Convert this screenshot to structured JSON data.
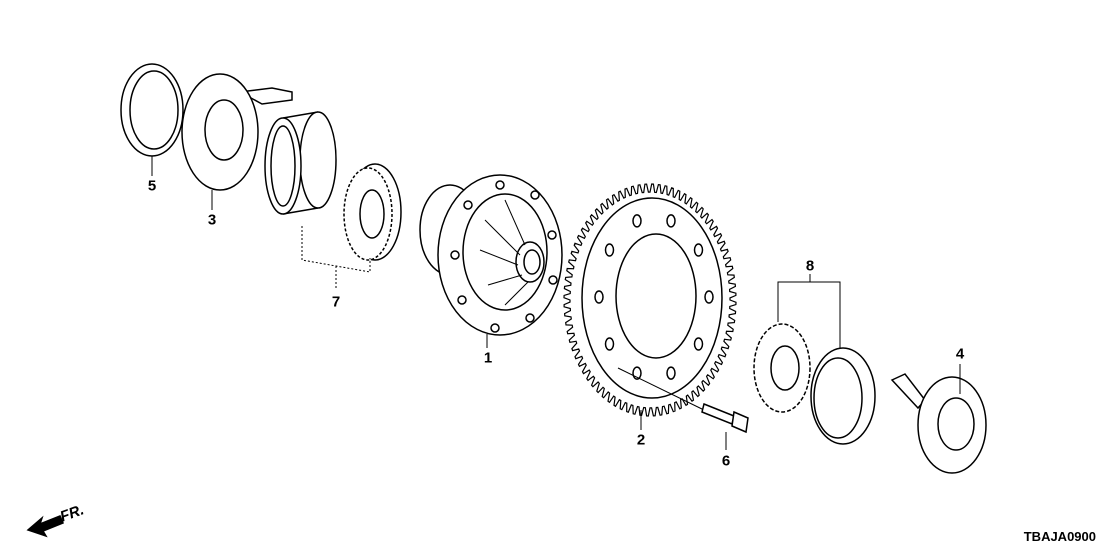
{
  "diagram": {
    "callouts": [
      {
        "id": "part-5",
        "label": "5"
      },
      {
        "id": "part-3",
        "label": "3"
      },
      {
        "id": "part-7",
        "label": "7"
      },
      {
        "id": "part-1",
        "label": "1"
      },
      {
        "id": "part-2",
        "label": "2"
      },
      {
        "id": "part-6",
        "label": "6"
      },
      {
        "id": "part-8",
        "label": "8"
      },
      {
        "id": "part-4",
        "label": "4"
      }
    ],
    "front_indicator": "FR.",
    "diagram_code": "TBAJA0900"
  }
}
